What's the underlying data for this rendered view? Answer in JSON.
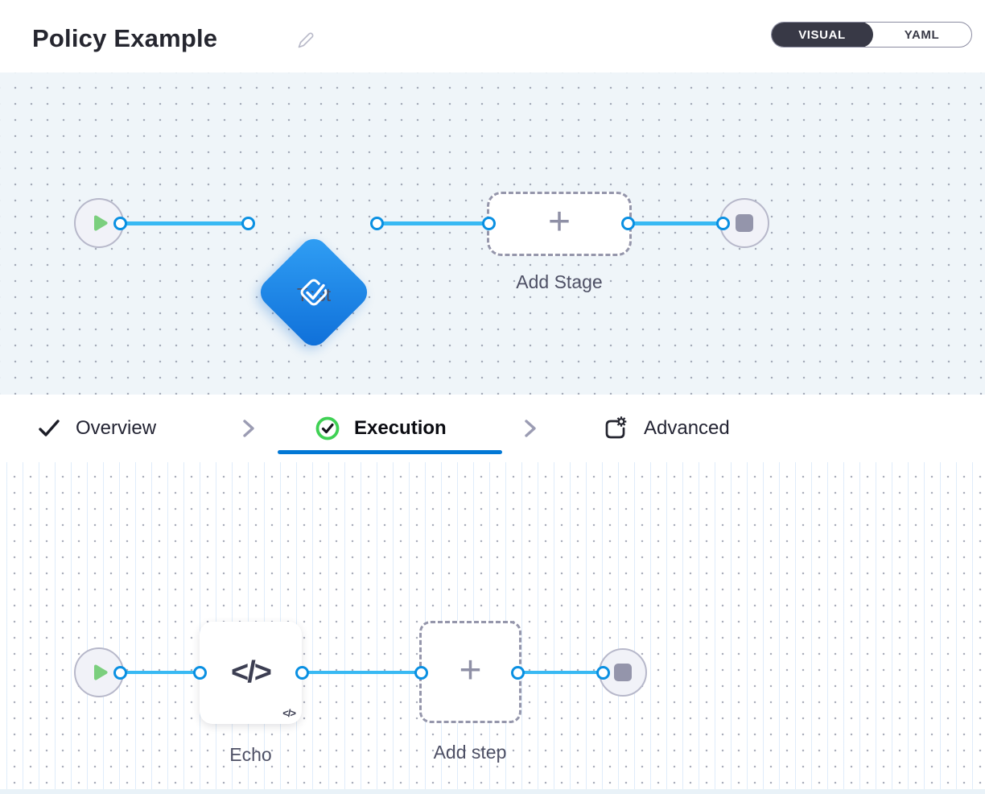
{
  "header": {
    "title": "Policy Example",
    "view_toggle": {
      "visual": "VISUAL",
      "yaml": "YAML"
    }
  },
  "stage_pipeline": {
    "stage_name": "Test",
    "add_stage_label": "Add Stage",
    "plus_glyph": "+"
  },
  "wizard_tabs": {
    "overview": "Overview",
    "execution": "Execution",
    "advanced": "Advanced"
  },
  "execution_graph": {
    "step_name": "Echo",
    "add_step_label": "Add step",
    "plus_glyph": "+",
    "code_glyph": "</>",
    "code_badge_glyph": "</>"
  },
  "colors": {
    "accent_blue": "#0278d5",
    "connector_blue": "#38b9f3",
    "stage_node_gradient": [
      "#31a0f5",
      "#0e6ed8"
    ],
    "success_green": "#3fd154",
    "slate_dark": "#383946",
    "canvas_blue_bg": "#eff5f9"
  }
}
